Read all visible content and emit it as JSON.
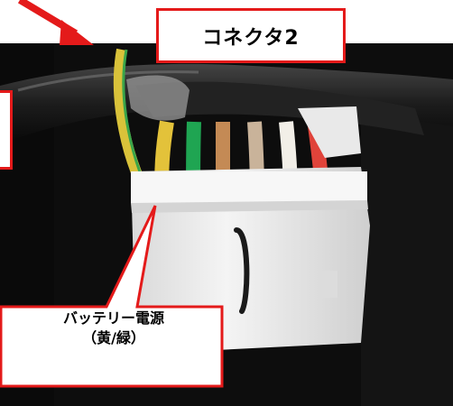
{
  "labels": {
    "connector": "コネクタ2",
    "battery_line1": "バッテリー電源",
    "battery_line2": "（黄/緑）"
  },
  "colors": {
    "accent_red": "#e41a1a",
    "wire_yellow": "#e3c23a",
    "wire_green": "#1fa552",
    "wire_brown": "#c48a55",
    "wire_tan": "#c9b39a",
    "wire_white": "#f2efe8",
    "wire_red": "#e0433a",
    "connector_body": "#f1f1f1"
  },
  "icons": {
    "pointer": "red-arrow-icon"
  }
}
